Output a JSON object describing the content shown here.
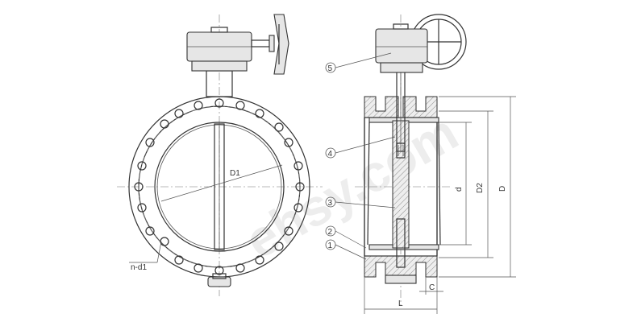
{
  "labels": {
    "d1": "D1",
    "nd1": "n-d1",
    "d": "d",
    "D2": "D2",
    "D": "D",
    "L": "L",
    "C": "C"
  },
  "callouts": [
    "1",
    "2",
    "3",
    "4",
    "5"
  ],
  "watermark": "ehsy.com"
}
